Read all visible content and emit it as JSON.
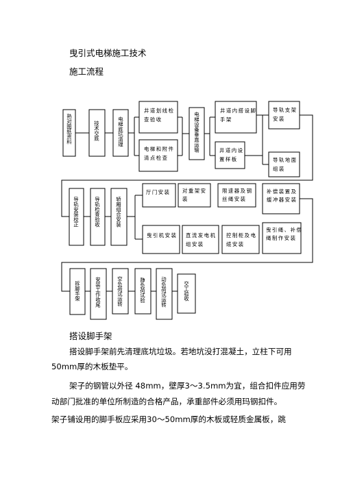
{
  "document": {
    "title": "曳引式电梯施工技术",
    "section": "施工流程",
    "subheading": "搭设脚手架",
    "paragraphs": [
      [
        "搭设脚手架前先清理底坑垃圾。若地坑没打混凝土，立柱下可用",
        "50mm厚的木板垫平。"
      ],
      [
        "架子的钢管以外径 48mm，壁厚3～3.5mm为宜，组合扣件应用劳",
        "动部门批准的单位所制造的合格产品，承重部件必须用玛钢扣件。"
      ],
      [
        "架子铺设用的脚手板应采用30～50mm厚的木板或轻质金属板，跳"
      ]
    ]
  },
  "flowchart": {
    "row1": {
      "drawings": "熟对图纸资料",
      "tech_briefing": "技术交底",
      "pit_cleaning": "电梯底坑清理",
      "shaft_marking": "井道划线检查验收",
      "parts_inspection": "电梯和附件清点检查",
      "equipment_transport": "电梯设备垂直运输",
      "scaffold_in_shaft": "井道内搭设脚手架",
      "shaft_survey": "井道内设置样板",
      "rail_bracket": "导轨支架安装",
      "rail_ground": "导轨地面组装"
    },
    "row2": {
      "rail_alignment": "导轨安装校正",
      "rail_inspection": "导轨检查验收",
      "car_assembly": "轿厢组合安装",
      "landing_door": "厅门安装",
      "counterweight": "对重架安装",
      "governor": "限速器及钢丝绳安装",
      "buffer": "补偿装置及缓冲器安装",
      "traction_machine": "曳引机安装",
      "dc_generator": "直流发电机组安装",
      "controller": "控制柜及电缆安装",
      "rope_making": "曳引绳、补偿绳制作安装"
    },
    "row3": {
      "scaffold_removal": "拆脚手架",
      "safety_check": "安装工作收尾",
      "no_load_test": "空负荷试运转",
      "static_test": "静负荷试验",
      "dynamic_test": "动负荷试运转",
      "handover": "交工验收"
    }
  }
}
